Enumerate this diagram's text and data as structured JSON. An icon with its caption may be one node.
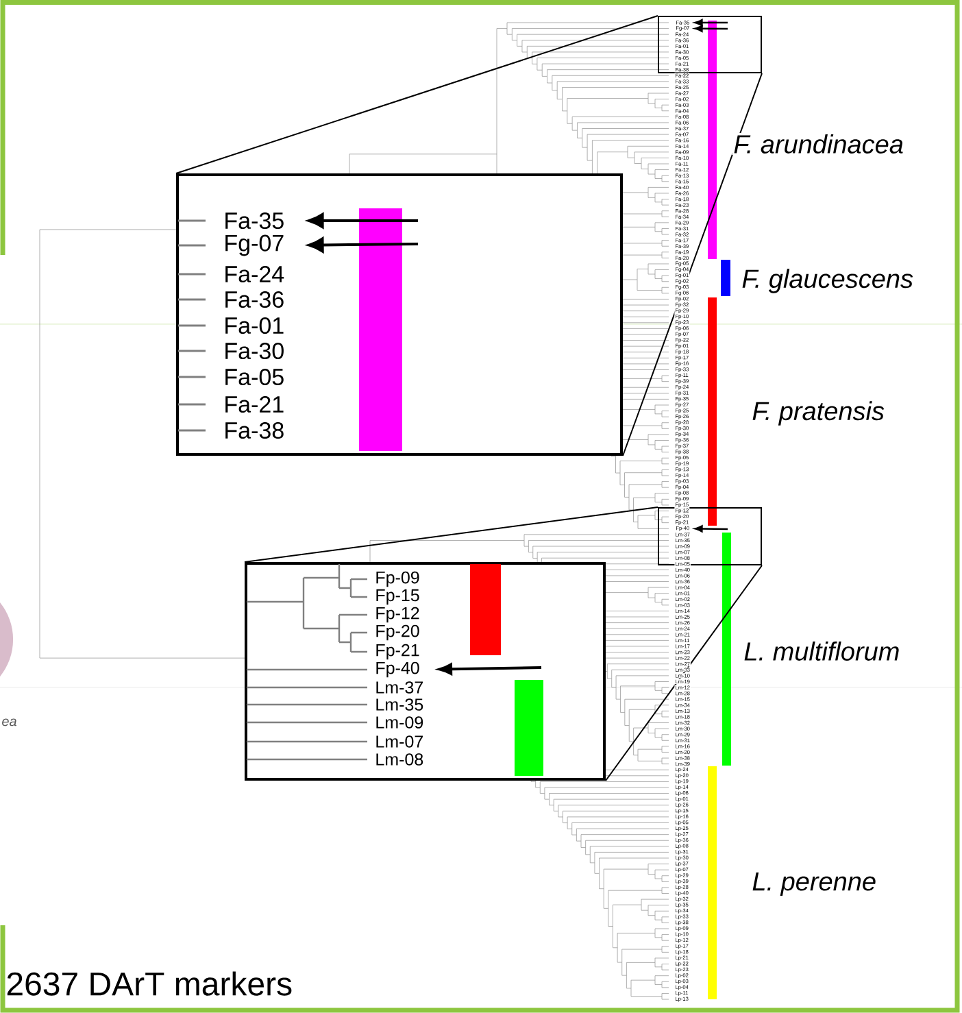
{
  "diagram": {
    "caption": "2637 DArT markers",
    "nodes": [
      {
        "text": [],
        "shape": "box"
      },
      {
        "text": [
          "Fa-35"
        ],
        "in": 0
      },
      {
        "text": [
          "Fg-07"
        ],
        "in": 0
      },
      {
        "text": [],
        "shape": "box"
      },
      {
        "text": [
          "Fa-35"
        ],
        "in": 3
      },
      {
        "text": [
          "Fg-07"
        ],
        "in": 3
      },
      {
        "text": [
          "Fa-24"
        ],
        "in": 3
      },
      {
        "text": [
          "Fa-36"
        ],
        "in": 3
      },
      {
        "text": [
          "Fa-01"
        ],
        "in": 3
      },
      {
        "text": [
          "Fa-30"
        ],
        "in": 3
      },
      {
        "text": [
          "Fa-05"
        ],
        "in": 3
      },
      {
        "text": [
          "Fa-21"
        ],
        "in": 3
      },
      {
        "text": [
          "Fa-38"
        ],
        "in": 3
      },
      {
        "text": [],
        "shape": "box"
      },
      {
        "text": [
          "Fp-40"
        ],
        "in": 13
      },
      {
        "text": [],
        "shape": "box"
      },
      {
        "text": [
          "Fp-09"
        ],
        "in": 15
      },
      {
        "text": [
          "Fp-15"
        ],
        "in": 15
      },
      {
        "text": [
          "Fp-12"
        ],
        "in": 15
      },
      {
        "text": [
          "Fp-20"
        ],
        "in": 15
      },
      {
        "text": [
          "Fp-21"
        ],
        "in": 15
      },
      {
        "text": [
          "Fp-40"
        ],
        "in": 15
      },
      {
        "text": [
          "Lm-37"
        ],
        "in": 15
      },
      {
        "text": [
          "Lm-35"
        ],
        "in": 15
      },
      {
        "text": [
          "Lm-09"
        ],
        "in": 15
      },
      {
        "text": [
          "Lm-07"
        ],
        "in": 15
      },
      {
        "text": [
          "Lm-08"
        ],
        "in": 15
      },
      {
        "text": [],
        "shape": "circle",
        "beside": [
          "ea"
        ]
      }
    ],
    "edges": [
      {
        "from": null,
        "to": 1,
        "arrow": "to"
      },
      {
        "from": null,
        "to": 2,
        "arrow": "to"
      },
      {
        "from": 0,
        "to": 3,
        "arrow": "none"
      },
      {
        "from": 0,
        "to": 3,
        "arrow": "none"
      },
      {
        "from": null,
        "to": 4,
        "arrow": "to"
      },
      {
        "from": null,
        "to": 5,
        "arrow": "to"
      },
      {
        "from": 13,
        "to": 15,
        "arrow": "none"
      },
      {
        "from": 13,
        "to": 15,
        "arrow": "none"
      },
      {
        "from": null,
        "to": 14,
        "arrow": "to"
      },
      {
        "from": null,
        "to": 21,
        "arrow": "to"
      }
    ],
    "labels": [
      "Fa-24",
      "Fa-36",
      "Fa-01",
      "Fa-30",
      "Fa-05",
      "Fa-21",
      "Fa-38",
      "Fa-22",
      "Fa-33",
      "Fa-25",
      "Fa-27",
      "Fa-02",
      "Fa-03",
      "Fa-04",
      "Fa-08",
      "Fa-06",
      "Fa-37",
      "Fa-07",
      "Fa-16",
      "Fa-14",
      "Fa-09",
      "Fa-10",
      "Fa-11",
      "Fa-12",
      "Fa-13",
      "Fa-15",
      "Fa-40",
      "Fa-26",
      "Fa-18",
      "Fa-23",
      "Fa-28",
      "Fa-34",
      "Fa-29",
      "Fa-31",
      "Fa-32",
      "Fa-17",
      "Fa-39",
      "Fa-19",
      "Fa-20",
      "Fg-05",
      "Fg-04",
      "Fg-01",
      "Fg-02",
      "Fg-03",
      "Fg-06",
      "Fp-02",
      "Fp-32",
      "Fp-29",
      "Fp-10",
      "Fp-23",
      "Fp-06",
      "Fp-07",
      "Fp-22",
      "Fp-01",
      "Fp-18",
      "Fp-17",
      "Fp-16",
      "Fp-33",
      "Fp-11",
      "Fp-39",
      "Fp-24",
      "Fp-31",
      "Fp-35",
      "Fp-27",
      "Fp-25",
      "Fp-26",
      "Fp-28",
      "Fp-30",
      "Fp-34",
      "Fp-36",
      "Fp-37",
      "Fp-38",
      "Fp-05",
      "Fp-19",
      "Fp-13",
      "Fp-14",
      "Fp-03",
      "Fp-04",
      "Fp-08",
      "Fp-09",
      "Fp-15",
      "Fp-12",
      "Fp-20",
      "Fp-21",
      "Lm-37",
      "Lm-35",
      "Lm-09",
      "Lm-07",
      "Lm-08",
      "Lm-05",
      "Lm-40",
      "Lm-06",
      "Lm-36",
      "Lm-04",
      "Lm-01",
      "Lm-02",
      "Lm-03",
      "Lm-14",
      "Lm-25",
      "Lm-26",
      "Lm-24",
      "Lm-21",
      "Lm-11",
      "Lm-17",
      "Lm-23",
      "Lm-22",
      "Lm-27",
      "Lm-33",
      "Lm-10",
      "Lm-19",
      "Lm-12",
      "Lm-28",
      "Lm-15",
      "Lm-34",
      "Lm-13",
      "Lm-18",
      "Lm-32",
      "Lm-30",
      "Lm-29",
      "Lm-31",
      "Lm-16",
      "Lm-20",
      "Lm-38",
      "Lm-39",
      "Lp-24",
      "Lp-20",
      "Lp-19",
      "Lp-14",
      "Lp-06",
      "Lp-01",
      "Lp-26",
      "Lp-15",
      "Lp-16",
      "Lp-05",
      "Lp-25",
      "Lp-27",
      "Lp-36",
      "Lp-08",
      "Lp-31",
      "Lp-30",
      "Lp-37",
      "Lp-07",
      "Lp-29",
      "Lp-39",
      "Lp-28",
      "Lp-40",
      "Lp-32",
      "Lp-35",
      "Lp-34",
      "Lp-33",
      "Lp-38",
      "Lp-09",
      "Lp-10",
      "Lp-12",
      "Lp-17",
      "Lp-18",
      "Lp-21",
      "Lp-22",
      "Lp-23",
      "Lp-02",
      "Lp-03",
      "Lp-04",
      "Lp-11",
      "Lp-13",
      "F. arundinacea",
      "F. glaucescens",
      "F. pratensis",
      "L. multiflorum",
      "L. perenne"
    ]
  }
}
